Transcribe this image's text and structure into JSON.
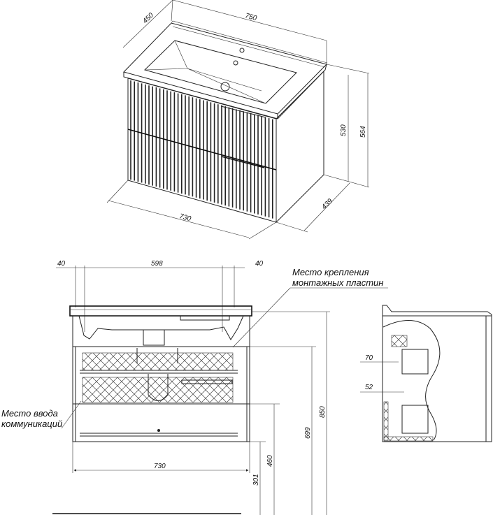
{
  "iso_view": {
    "dims": {
      "depth_top": "450",
      "width_top": "750",
      "height_body": "530",
      "height_total": "564",
      "depth_body": "439",
      "width_body": "730"
    }
  },
  "front_view": {
    "dims": {
      "left_offset": "40",
      "mount_span": "598",
      "right_offset": "40",
      "width": "730",
      "h301": "301",
      "h460": "460",
      "h699": "699",
      "h850": "850"
    },
    "labels": {
      "mount_line1": "Место крепления",
      "mount_line2": "монтажных пластин",
      "inlet_line1": "Место ввода",
      "inlet_line2": "коммуникаций"
    }
  },
  "side_view": {
    "dims": {
      "d70": "70",
      "d52": "52"
    }
  }
}
